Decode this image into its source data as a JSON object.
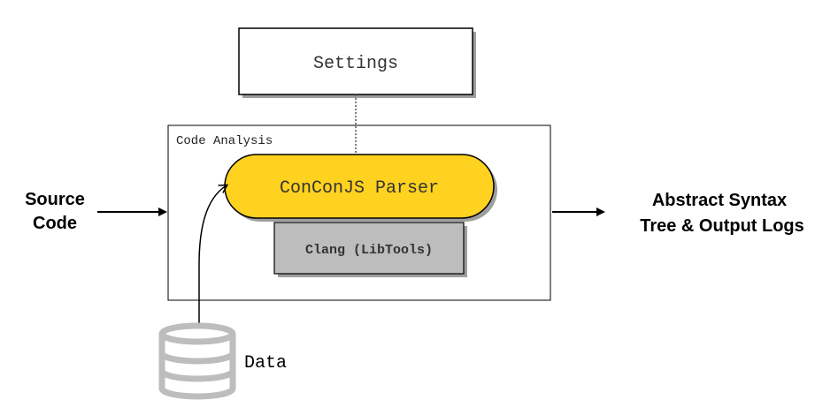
{
  "nodes": {
    "settings": {
      "label": "Settings"
    },
    "code_analysis": {
      "label": "Code Analysis"
    },
    "parser": {
      "label": "ConConJS Parser",
      "fill": "#FFD21F"
    },
    "clang": {
      "label": "Clang (LibTools)",
      "fill": "#BDBDBD"
    },
    "data_store": {
      "label": "Data",
      "icon": "database-icon",
      "color": "#BDBDBD"
    },
    "source_code": {
      "line1": "Source",
      "line2": "Code"
    },
    "output": {
      "line1": "Abstract Syntax",
      "line2": "Tree & Output Logs"
    }
  },
  "colors": {
    "shadow": "#9E9E9E",
    "stroke": "#000000",
    "background": "#FFFFFF"
  }
}
